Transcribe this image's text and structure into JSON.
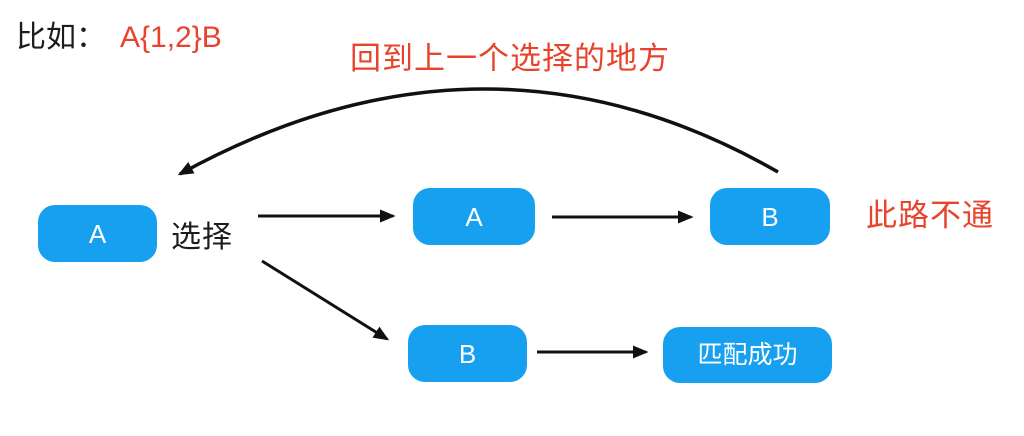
{
  "colors": {
    "node_blue": "#17a0ef",
    "annotation_red": "#e8432c",
    "text_black": "#1c1c1e",
    "arrow_black": "#111111",
    "bg": "#ffffff"
  },
  "header": {
    "prefix": "比如：",
    "pattern": "A{1,2}B"
  },
  "annotations": {
    "back_to_choice": "回到上一个选择的地方",
    "choose": "选择",
    "dead_end": "此路不通"
  },
  "nodes": {
    "start": "A",
    "upper_a": "A",
    "upper_b": "B",
    "lower_b": "B",
    "success": "匹配成功"
  }
}
